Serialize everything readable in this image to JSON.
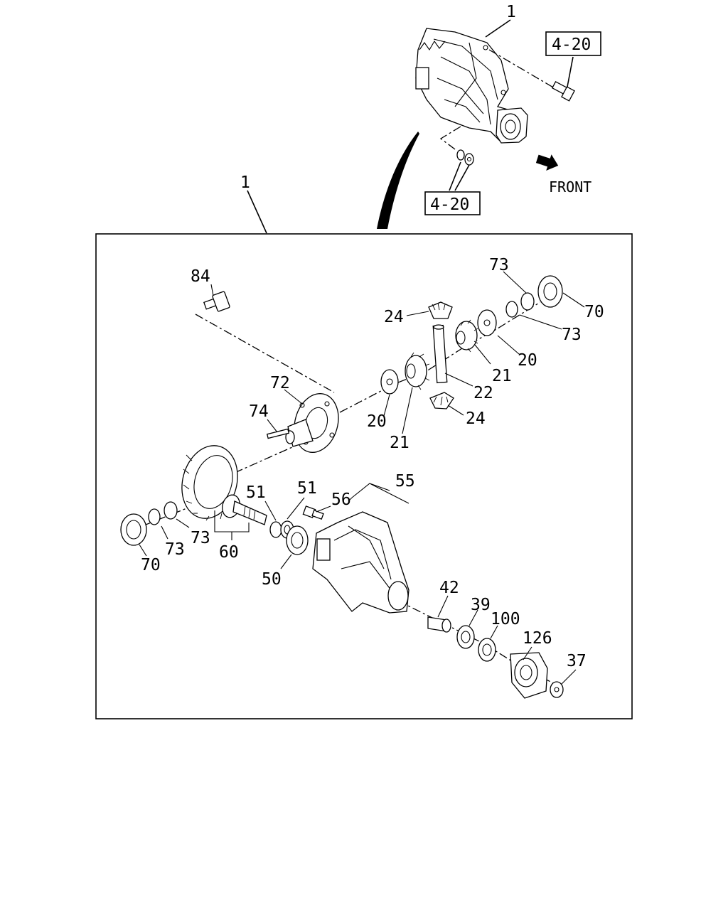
{
  "diagram": {
    "type": "exploded-parts-diagram",
    "top_assembly": {
      "callout": "1",
      "refs": [
        "4-20",
        "4-20"
      ],
      "direction_label": "FRONT"
    },
    "detail_box": {
      "callout": "1",
      "parts": [
        {
          "id": "p84a",
          "label": "84"
        },
        {
          "id": "p73a",
          "label": "73"
        },
        {
          "id": "p70a",
          "label": "70"
        },
        {
          "id": "p24a",
          "label": "24"
        },
        {
          "id": "p73b",
          "label": "73"
        },
        {
          "id": "p72",
          "label": "72"
        },
        {
          "id": "p20a",
          "label": "20"
        },
        {
          "id": "p21a",
          "label": "21"
        },
        {
          "id": "p74",
          "label": "74"
        },
        {
          "id": "p22",
          "label": "22"
        },
        {
          "id": "p20b",
          "label": "20"
        },
        {
          "id": "p24b",
          "label": "24"
        },
        {
          "id": "p21b",
          "label": "21"
        },
        {
          "id": "p55",
          "label": "55"
        },
        {
          "id": "p51a",
          "label": "51"
        },
        {
          "id": "p51b",
          "label": "51"
        },
        {
          "id": "p56",
          "label": "56"
        },
        {
          "id": "p73c",
          "label": "73"
        },
        {
          "id": "p73d",
          "label": "73"
        },
        {
          "id": "p60",
          "label": "60"
        },
        {
          "id": "p70b",
          "label": "70"
        },
        {
          "id": "p50",
          "label": "50"
        },
        {
          "id": "p42",
          "label": "42"
        },
        {
          "id": "p39",
          "label": "39"
        },
        {
          "id": "p100",
          "label": "100"
        },
        {
          "id": "p126",
          "label": "126"
        },
        {
          "id": "p37",
          "label": "37"
        }
      ]
    }
  }
}
